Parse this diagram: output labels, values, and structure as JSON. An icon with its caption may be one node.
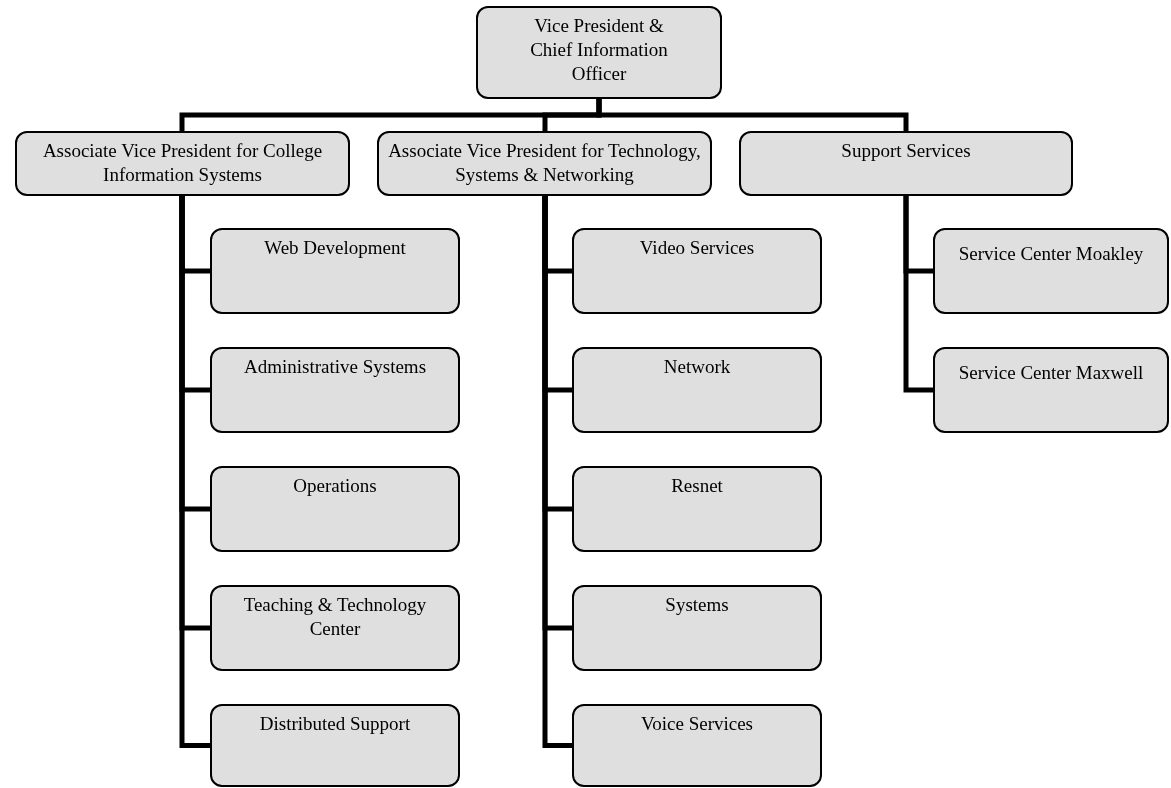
{
  "diagram": {
    "nodes": [
      {
        "text": [
          "Vice President & Chief Information Officer"
        ]
      },
      {
        "text": [
          "Associate Vice President for College Information Systems"
        ]
      },
      {
        "text": [
          "Associate Vice President for Technology, Systems & Networking"
        ]
      },
      {
        "text": [
          "Support Services"
        ]
      },
      {
        "text": [
          "Web Development"
        ]
      },
      {
        "text": [
          "Administrative Systems"
        ]
      },
      {
        "text": [
          "Operations"
        ]
      },
      {
        "text": [
          "Teaching & Technology Center"
        ]
      },
      {
        "text": [
          "Distributed Support"
        ]
      },
      {
        "text": [
          "Video Services"
        ]
      },
      {
        "text": [
          "Network"
        ]
      },
      {
        "text": [
          "Resnet"
        ]
      },
      {
        "text": [
          "Systems"
        ]
      },
      {
        "text": [
          "Voice Services"
        ]
      },
      {
        "text": [
          "Service Center Moakley"
        ]
      },
      {
        "text": [
          "Service Center Maxwell"
        ]
      }
    ],
    "edges": [
      {
        "from": 0,
        "to": 1,
        "arrow": "none"
      },
      {
        "from": 0,
        "to": 2,
        "arrow": "none"
      },
      {
        "from": 0,
        "to": 3,
        "arrow": "none"
      },
      {
        "from": 1,
        "to": 4,
        "arrow": "none"
      },
      {
        "from": 1,
        "to": 5,
        "arrow": "none"
      },
      {
        "from": 1,
        "to": 6,
        "arrow": "none"
      },
      {
        "from": 1,
        "to": 7,
        "arrow": "none"
      },
      {
        "from": 1,
        "to": 8,
        "arrow": "none"
      },
      {
        "from": 2,
        "to": 9,
        "arrow": "none"
      },
      {
        "from": 2,
        "to": 10,
        "arrow": "none"
      },
      {
        "from": 2,
        "to": 11,
        "arrow": "none"
      },
      {
        "from": 2,
        "to": 12,
        "arrow": "none"
      },
      {
        "from": 2,
        "to": 13,
        "arrow": "none"
      },
      {
        "from": 3,
        "to": 14,
        "arrow": "none"
      },
      {
        "from": 3,
        "to": 15,
        "arrow": "none"
      }
    ]
  }
}
